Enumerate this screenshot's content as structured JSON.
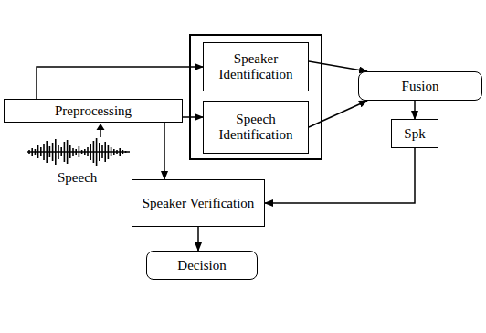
{
  "diagram": {
    "nodes": [
      {
        "text": [
          "Speaker Identification"
        ]
      },
      {
        "text": [
          "Speech Identification"
        ]
      },
      {
        "text": [
          "Preprocessing"
        ]
      },
      {
        "text": [
          "Fusion"
        ]
      },
      {
        "text": [
          "Spk"
        ]
      },
      {
        "text": [
          "Speaker Verification"
        ]
      },
      {
        "text": [
          "Decision"
        ]
      }
    ],
    "edges": [
      {
        "from": 2,
        "to": 0,
        "arrow": "to"
      },
      {
        "from": 2,
        "to": 1,
        "arrow": "to"
      },
      {
        "from": 0,
        "to": 3,
        "arrow": "to"
      },
      {
        "from": 1,
        "to": 3,
        "arrow": "to"
      },
      {
        "from": 3,
        "to": 4,
        "arrow": "to"
      },
      {
        "from": 4,
        "to": 5,
        "arrow": "to"
      },
      {
        "from": 2,
        "to": 5,
        "arrow": "to"
      },
      {
        "from": 5,
        "to": 6,
        "arrow": "to"
      }
    ],
    "labels": [
      "Speech"
    ]
  }
}
